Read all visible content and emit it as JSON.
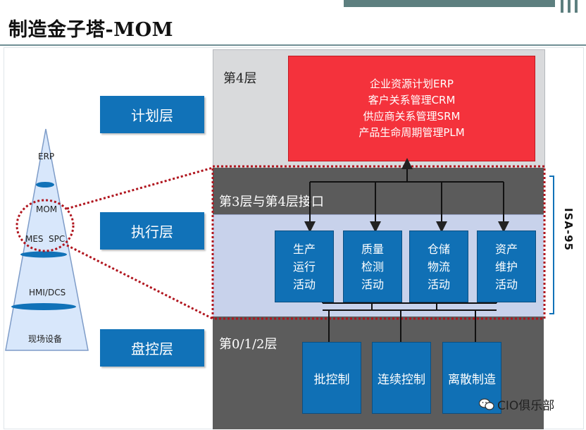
{
  "title": "制造金子塔-MOM",
  "left_layers": {
    "planning": "计划层",
    "execution": "执行层",
    "control": "盘控层"
  },
  "pyramid": {
    "erp": "ERP",
    "mom": "MOM",
    "mes": "MES",
    "spc": "SPC",
    "hmi": "HMI/DCS",
    "field": "现场设备"
  },
  "tiers": {
    "level4_label": "第4层",
    "level4_lines": [
      "企业资源计划ERP",
      "客户关系管理CRM",
      "供应商关系管理SRM",
      "产品生命周期管理PLM"
    ],
    "interface_label": "第3层与第4层接口",
    "level012_label": "第0/1/2层"
  },
  "activities": [
    {
      "line1": "生产",
      "line2": "运行",
      "line3": "活动"
    },
    {
      "line1": "质量",
      "line2": "检测",
      "line3": "活动"
    },
    {
      "line1": "仓储",
      "line2": "物流",
      "line3": "活动"
    },
    {
      "line1": "资产",
      "line2": "维护",
      "line3": "活动"
    }
  ],
  "controls": [
    "批控制",
    "连续控制",
    "离散制造"
  ],
  "isa": "ISA-95",
  "watermark": "CIO俱乐部",
  "colors": {
    "layer_blue": "#1172b8",
    "erp_red": "#f4323c",
    "dark_gray": "#5a5a5a",
    "light_blue": "#c9d3ec",
    "dotted_red": "#b0151e"
  }
}
